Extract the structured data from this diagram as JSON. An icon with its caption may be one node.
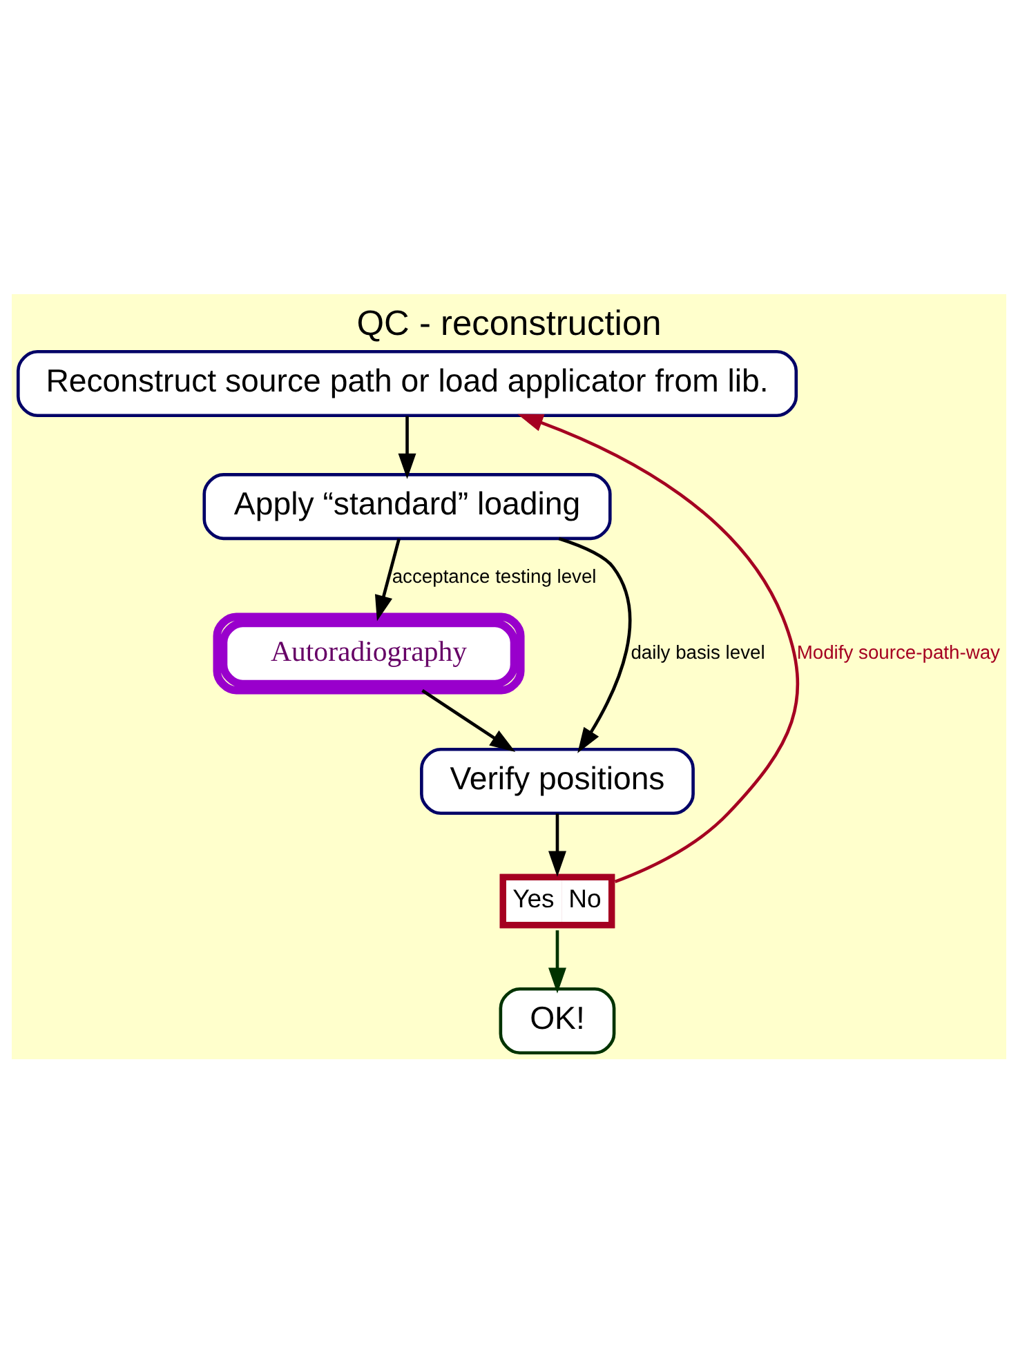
{
  "diagram": {
    "title": "QC - reconstruction",
    "nodes": [
      {
        "text": [
          "Reconstruct source path or load applicator from lib."
        ]
      },
      {
        "text": [
          "Apply “standard” loading"
        ]
      },
      {
        "text": [
          "Autoradiography"
        ]
      },
      {
        "text": [
          "Verify positions"
        ]
      },
      {
        "text": [
          "Yes",
          "No"
        ]
      },
      {
        "text": [
          "OK!"
        ]
      }
    ],
    "edges": [
      {
        "from": 0,
        "to": 1,
        "arrow": "to"
      },
      {
        "from": 1,
        "to": 2,
        "arrow": "to",
        "label": "acceptance testing level"
      },
      {
        "from": 2,
        "to": 3,
        "arrow": "to"
      },
      {
        "from": 1,
        "to": 3,
        "arrow": "to",
        "label": "daily basis level"
      },
      {
        "from": 3,
        "to": 4,
        "arrow": "to"
      },
      {
        "from": 4,
        "to": 5,
        "arrow": "to",
        "color": "#003300"
      },
      {
        "from": 4,
        "to": 0,
        "arrow": "to",
        "label": "Modify source-path-way",
        "color": "#a50021"
      }
    ]
  }
}
